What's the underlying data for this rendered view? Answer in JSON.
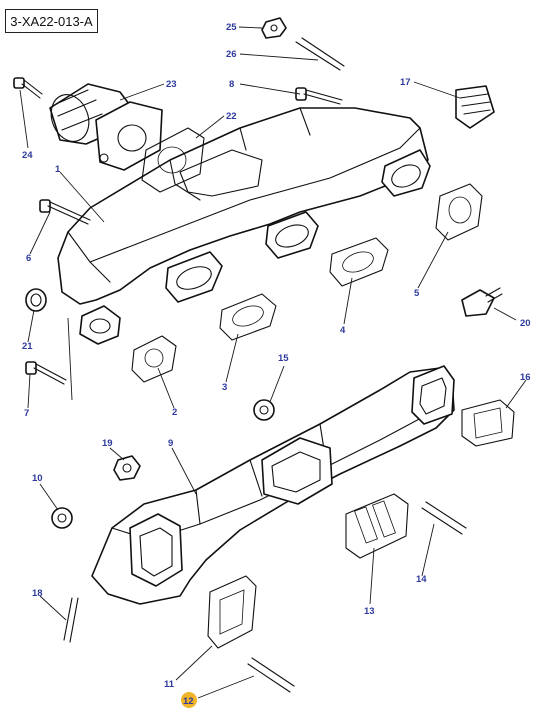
{
  "reference_code": "3-XA22-013-A",
  "highlight_color": "#f0b429",
  "label_color": "#2d3a9c",
  "callouts": {
    "c1": "1",
    "c2": "2",
    "c3": "3",
    "c4": "4",
    "c5": "5",
    "c6": "6",
    "c7": "7",
    "c8": "8",
    "c9": "9",
    "c10": "10",
    "c11": "11",
    "c12": "12",
    "c13": "13",
    "c14": "14",
    "c15": "15",
    "c16": "16",
    "c17": "17",
    "c18": "18",
    "c19": "19",
    "c20": "20",
    "c21": "21",
    "c22": "22",
    "c23": "23",
    "c24": "24",
    "c25": "25",
    "c26": "26"
  },
  "highlighted_callout": "12"
}
